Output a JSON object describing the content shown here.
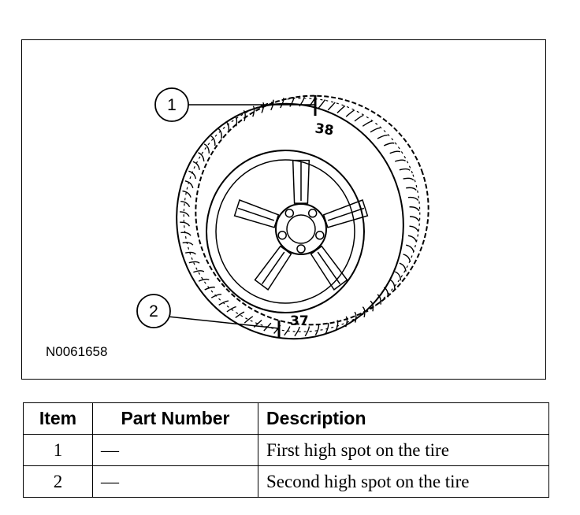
{
  "figure": {
    "code": "N0061658",
    "callouts": [
      "1",
      "2"
    ],
    "tire_marks": [
      "38",
      "37"
    ]
  },
  "table": {
    "headers": [
      "Item",
      "Part Number",
      "Description"
    ],
    "rows": [
      {
        "item": "1",
        "part": "—",
        "description": "First high spot on the tire"
      },
      {
        "item": "2",
        "part": "—",
        "description": "Second high spot on the tire"
      }
    ]
  }
}
